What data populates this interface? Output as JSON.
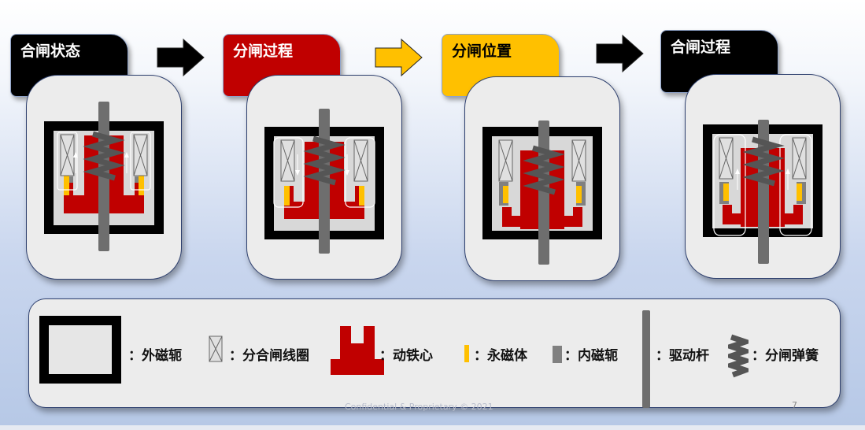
{
  "stages": [
    {
      "label": "合闸状态",
      "bg": "#000000",
      "color": "#ffffff"
    },
    {
      "label": "分闸过程",
      "bg": "#c00000",
      "color": "#ffffff"
    },
    {
      "label": "分闸位置",
      "bg": "#ffc000",
      "color": "#000000"
    },
    {
      "label": "合闸过程",
      "bg": "#000000",
      "color": "#ffffff"
    }
  ],
  "arrow_colors": [
    "#000000",
    "#ffc000",
    "#000000"
  ],
  "legend": {
    "outer_yoke": "：外磁轭",
    "coil": "：分合闸线圈",
    "armature": "：动铁心",
    "magnet": "：永磁体",
    "inner_yoke": "：内磁轭",
    "drive_rod": "：驱动杆",
    "spring": "：分闸弹簧"
  },
  "footer": "Confidential & Proprietary © 2021",
  "page_number": "7",
  "colors": {
    "yoke": "#000000",
    "armature": "#c00000",
    "magnet": "#ffc000",
    "inner_yoke": "#808080",
    "rod": "#6e6e6e",
    "panel": "#ececec",
    "border": "#2d3f6e"
  }
}
